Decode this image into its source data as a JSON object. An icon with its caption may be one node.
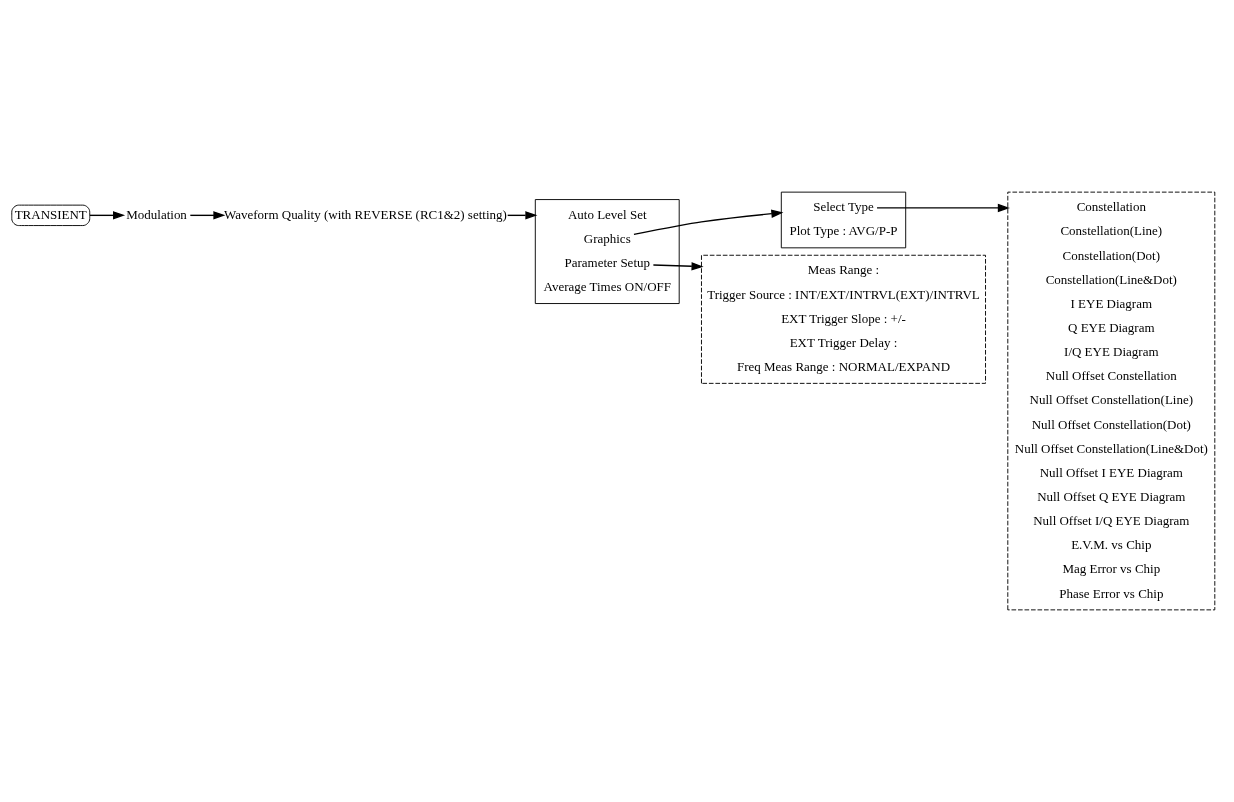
{
  "diagram": {
    "nodes": [
      {
        "text": [
          "TRANSIENT"
        ]
      },
      {
        "text": [
          "Modulation"
        ]
      },
      {
        "text": [
          "Waveform Quality (with REVERSE (RC1&2) setting)"
        ]
      },
      {
        "text": [],
        "shape": "bracket"
      },
      {
        "text": [
          "Auto Level Set"
        ],
        "in": 3
      },
      {
        "text": [
          "Graphics"
        ],
        "in": 3
      },
      {
        "text": [
          "Parameter Setup"
        ],
        "in": 3
      },
      {
        "text": [
          "Average Times ON/OFF"
        ],
        "in": 3
      },
      {
        "text": [],
        "shape": "bracket"
      },
      {
        "text": [
          "Select Type"
        ],
        "in": 8
      },
      {
        "text": [
          "Plot Type : AVG/P-P"
        ],
        "in": 8
      },
      {
        "text": [],
        "shape": "box"
      },
      {
        "text": [
          "Meas Range :"
        ],
        "in": 11
      },
      {
        "text": [
          "Trigger Source : INT/EXT/INTRVL(EXT)/INTRVL"
        ],
        "in": 11
      },
      {
        "text": [
          "EXT Trigger Slope : +/-"
        ],
        "in": 11
      },
      {
        "text": [
          "EXT Trigger Delay :"
        ],
        "in": 11
      },
      {
        "text": [
          "Freq Meas Range : NORMAL/EXPAND"
        ],
        "in": 11
      },
      {
        "text": [],
        "shape": "box"
      },
      {
        "text": [
          "Constellation"
        ],
        "in": 17
      },
      {
        "text": [
          "Constellation(Line)"
        ],
        "in": 17
      },
      {
        "text": [
          "Constellation(Dot)"
        ],
        "in": 17
      },
      {
        "text": [
          "Constellation(Line&Dot)"
        ],
        "in": 17
      },
      {
        "text": [
          "I EYE Diagram"
        ],
        "in": 17
      },
      {
        "text": [
          "Q EYE Diagram"
        ],
        "in": 17
      },
      {
        "text": [
          "I/Q EYE Diagram"
        ],
        "in": 17
      },
      {
        "text": [
          "Null Offset Constellation"
        ],
        "in": 17
      },
      {
        "text": [
          "Null Offset Constellation(Line)"
        ],
        "in": 17
      },
      {
        "text": [
          "Null Offset Constellation(Dot)"
        ],
        "in": 17
      },
      {
        "text": [
          "Null Offset Constellation(Line&Dot)"
        ],
        "in": 17
      },
      {
        "text": [
          "Null Offset I EYE Diagram"
        ],
        "in": 17
      },
      {
        "text": [
          "Null Offset Q EYE Diagram"
        ],
        "in": 17
      },
      {
        "text": [
          "Null Offset I/Q EYE Diagram"
        ],
        "in": 17
      },
      {
        "text": [
          "E.V.M. vs Chip"
        ],
        "in": 17
      },
      {
        "text": [
          "Mag Error vs Chip"
        ],
        "in": 17
      },
      {
        "text": [
          "Phase Error vs Chip"
        ],
        "in": 17
      }
    ],
    "edges": [
      {
        "from": 0,
        "to": 1,
        "arrow": "to"
      },
      {
        "from": 1,
        "to": 2,
        "arrow": "to"
      },
      {
        "from": 2,
        "to": 3,
        "arrow": "to"
      },
      {
        "from": 5,
        "to": 8,
        "arrow": "to"
      },
      {
        "from": 6,
        "to": 11,
        "arrow": "to"
      },
      {
        "from": 9,
        "to": 17,
        "arrow": "to"
      }
    ]
  }
}
